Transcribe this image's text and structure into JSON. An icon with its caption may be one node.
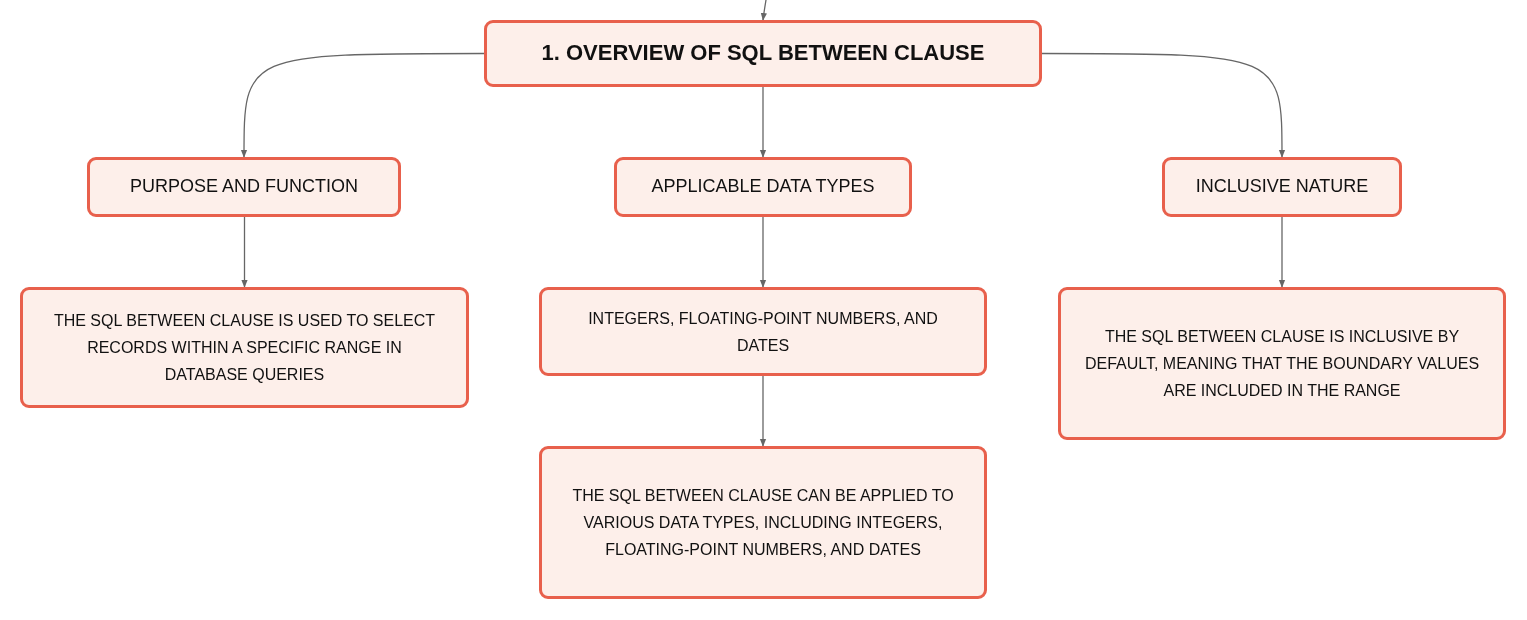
{
  "diagram": {
    "nodes": [
      {
        "text": [
          "1. OVERVIEW OF SQL BETWEEN CLAUSE"
        ]
      },
      {
        "text": [
          "PURPOSE AND FUNCTION"
        ]
      },
      {
        "text": [
          "APPLICABLE DATA TYPES"
        ]
      },
      {
        "text": [
          "INCLUSIVE NATURE"
        ]
      },
      {
        "text": [
          "THE SQL BETWEEN CLAUSE IS USED TO SELECT RECORDS WITHIN A SPECIFIC RANGE IN DATABASE QUERIES"
        ]
      },
      {
        "text": [
          "INTEGERS, FLOATING-POINT NUMBERS, AND DATES"
        ]
      },
      {
        "text": [
          "THE SQL BETWEEN CLAUSE CAN BE APPLIED TO VARIOUS DATA TYPES, INCLUDING INTEGERS, FLOATING-POINT NUMBERS, AND DATES"
        ]
      },
      {
        "text": [
          "THE SQL BETWEEN CLAUSE IS INCLUSIVE BY DEFAULT, MEANING THAT THE BOUNDARY VALUES ARE INCLUDED IN THE RANGE"
        ]
      }
    ],
    "edges": [
      {
        "from": null,
        "to": 0,
        "arrow": "to"
      },
      {
        "from": 0,
        "to": 1,
        "arrow": "to"
      },
      {
        "from": 0,
        "to": 2,
        "arrow": "to"
      },
      {
        "from": 0,
        "to": 3,
        "arrow": "to"
      },
      {
        "from": 1,
        "to": 4,
        "arrow": "to"
      },
      {
        "from": 2,
        "to": 5,
        "arrow": "to"
      },
      {
        "from": 5,
        "to": 6,
        "arrow": "to"
      },
      {
        "from": 3,
        "to": 7,
        "arrow": "to"
      }
    ]
  }
}
